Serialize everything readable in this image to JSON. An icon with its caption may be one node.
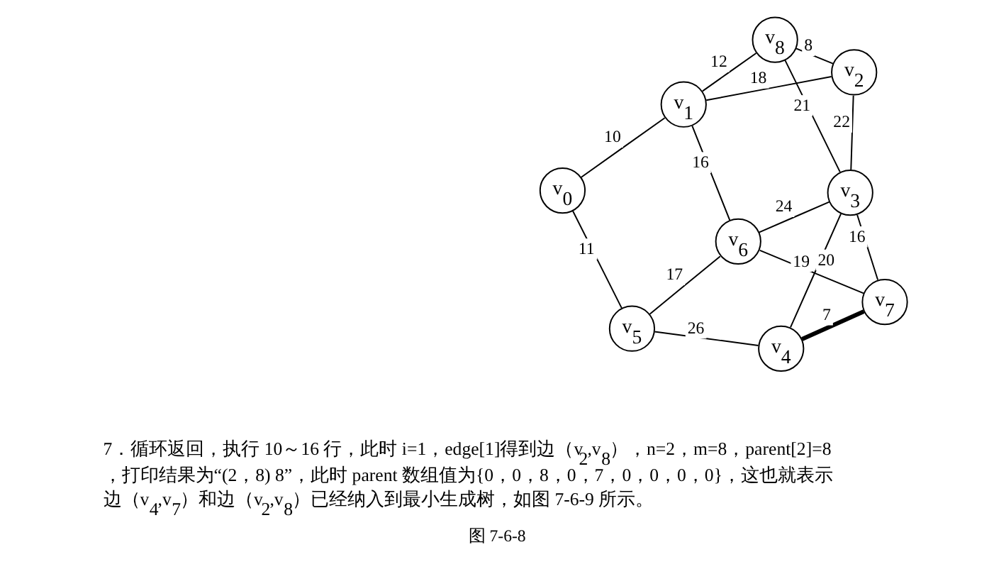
{
  "diagram": {
    "caption": "图 7-6-8",
    "nodes": [
      {
        "text": [
          "v$_{0}$"
        ]
      },
      {
        "text": [
          "v$_{1}$"
        ]
      },
      {
        "text": [
          "v$_{5}$"
        ]
      },
      {
        "text": [
          "v$_{6}$"
        ]
      },
      {
        "text": [
          "v$_{2}$"
        ]
      },
      {
        "text": [
          "v$_{8}$"
        ]
      },
      {
        "text": [
          "v$_{7}$"
        ]
      },
      {
        "text": [
          "v$_{4}$"
        ]
      },
      {
        "text": [
          "v$_{3}$"
        ]
      }
    ],
    "edges": [
      {
        "from": 1,
        "to": 0,
        "arrow": "none",
        "label": "10"
      },
      {
        "from": 0,
        "to": 2,
        "arrow": "none",
        "label": "11"
      },
      {
        "from": 1,
        "to": 3,
        "arrow": "none",
        "label": "16"
      },
      {
        "from": 3,
        "to": 2,
        "arrow": "none",
        "label": "17"
      },
      {
        "from": 1,
        "to": 4,
        "arrow": "none",
        "label": "18"
      },
      {
        "from": 1,
        "to": 5,
        "arrow": "none",
        "label": "12"
      },
      {
        "from": 4,
        "to": 5,
        "arrow": "none",
        "label": "8"
      },
      {
        "from": 2,
        "to": 7,
        "arrow": "none",
        "label": "26"
      },
      {
        "from": 3,
        "to": 6,
        "arrow": "none",
        "label": "19"
      },
      {
        "from": 3,
        "to": 8,
        "arrow": "none",
        "label": "24"
      },
      {
        "from": 5,
        "to": 8,
        "arrow": "none",
        "label": "21"
      },
      {
        "from": 4,
        "to": 8,
        "arrow": "none",
        "label": "22"
      },
      {
        "from": 6,
        "to": 7,
        "arrow": "none",
        "label": "7",
        "style": "thick"
      },
      {
        "from": 6,
        "to": 8,
        "arrow": "none",
        "label": "16"
      },
      {
        "from": 8,
        "to": 7,
        "arrow": "none",
        "label": "20"
      }
    ],
    "labels": [
      "7．循环返回，执行 10～16 行，此时 i=1，edge[1]得到边（v$_{2}$,v$_{8}$），n=2，m=8，parent[2]=8，打印结果为“(2，8) 8”，此时 parent 数组值为{0，0，8，0，7，0，0，0，0}，这也就表示边（v$_{4}$,v$_{7}$）和边（v$_{2}$,v$_{8}$）已经纳入到最小生成树，如图 7-6-9 所示。"
    ]
  }
}
